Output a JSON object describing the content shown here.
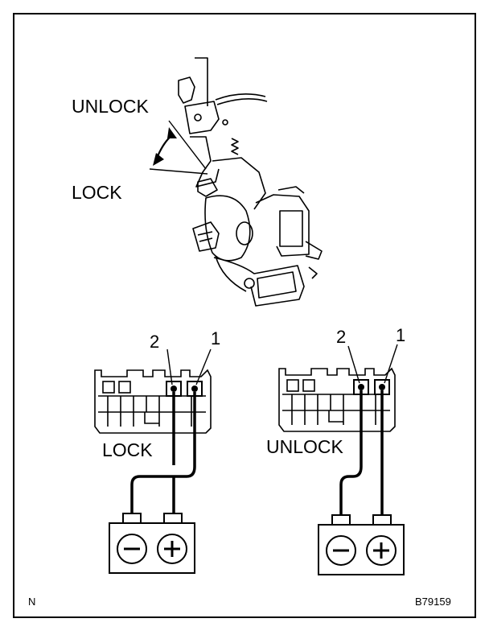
{
  "labels": {
    "unlock_top": "UNLOCK",
    "lock_top": "LOCK",
    "left_connector_state": "LOCK",
    "right_connector_state": "UNLOCK",
    "terminal_2_left": "2",
    "terminal_1_left": "1",
    "terminal_2_right": "2",
    "terminal_1_right": "1",
    "corner_mark": "N",
    "figure_code": "B79159"
  },
  "colors": {
    "line": "#000000",
    "background": "#ffffff"
  },
  "icons": {
    "battery_negative": "minus-circle-icon",
    "battery_positive": "plus-circle-icon",
    "lever_motion": "double-arrow-icon"
  }
}
